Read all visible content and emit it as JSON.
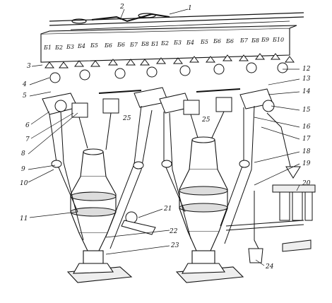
{
  "diagram": {
    "bin_labels": [
      "Б1",
      "Б2",
      "Б3",
      "Б4",
      "Б5",
      "Б6",
      "Б6",
      "Б7",
      "Б8",
      "Б1",
      "Б2",
      "Б3",
      "Б4",
      "Б5",
      "Б6",
      "Б6",
      "Б7",
      "Б8",
      "Б9",
      "Б10"
    ],
    "callouts": [
      {
        "id": "c1",
        "text": "1"
      },
      {
        "id": "c2",
        "text": "2"
      },
      {
        "id": "c3",
        "text": "3"
      },
      {
        "id": "c4",
        "text": "4"
      },
      {
        "id": "c5",
        "text": "5"
      },
      {
        "id": "c6",
        "text": "6"
      },
      {
        "id": "c7",
        "text": "7"
      },
      {
        "id": "c8",
        "text": "8"
      },
      {
        "id": "c9",
        "text": "9"
      },
      {
        "id": "c10",
        "text": "10"
      },
      {
        "id": "c11",
        "text": "11"
      },
      {
        "id": "c12",
        "text": "12"
      },
      {
        "id": "c13",
        "text": "13"
      },
      {
        "id": "c14",
        "text": "14"
      },
      {
        "id": "c15",
        "text": "15"
      },
      {
        "id": "c16",
        "text": "16"
      },
      {
        "id": "c17",
        "text": "17"
      },
      {
        "id": "c18",
        "text": "18"
      },
      {
        "id": "c19",
        "text": "19"
      },
      {
        "id": "c20",
        "text": "20"
      },
      {
        "id": "c21",
        "text": "21"
      },
      {
        "id": "c22",
        "text": "22"
      },
      {
        "id": "c23",
        "text": "23"
      },
      {
        "id": "c24",
        "text": "24"
      },
      {
        "id": "c25a",
        "text": "25"
      },
      {
        "id": "c25b",
        "text": "25"
      }
    ],
    "colors": {
      "ink": "#111111",
      "paper": "#ffffff",
      "shade": "#bdbdbd"
    }
  }
}
